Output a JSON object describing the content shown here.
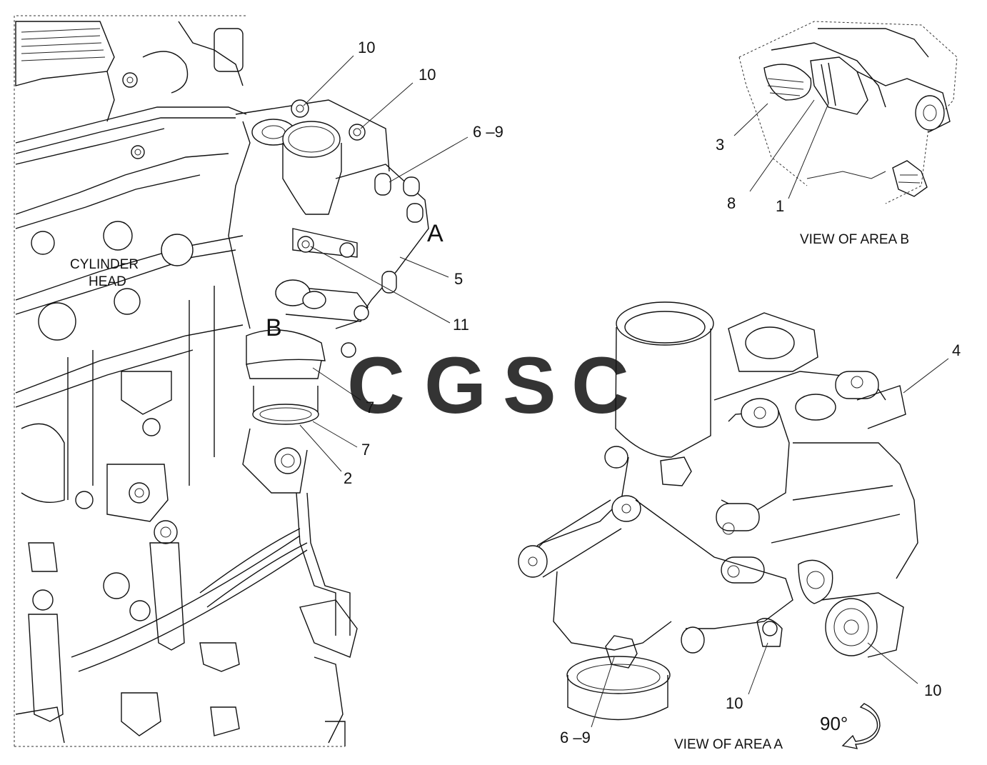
{
  "callouts": {
    "c10a": "10",
    "c10b": "10",
    "c69a": "6 –9",
    "cA": "A",
    "c5": "5",
    "c11": "11",
    "cB": "B",
    "c7a": "7",
    "c7b": "7",
    "c2": "2",
    "c3": "3",
    "c8": "8",
    "c1": "1",
    "c4": "4",
    "c10c": "10",
    "c10d": "10",
    "c69b": "6 –9"
  },
  "labels": {
    "cyl1": "CYLINDER",
    "cyl2": "HEAD",
    "viewB": "VIEW OF AREA  B",
    "viewA": "VIEW OF AREA  A",
    "rotation": "90°"
  },
  "watermark": {
    "letters": [
      "C",
      "G",
      "S",
      "C"
    ],
    "colors": [
      "#7aaaf5",
      "#f48a85",
      "#f7d779",
      "#6ebb8b"
    ]
  }
}
